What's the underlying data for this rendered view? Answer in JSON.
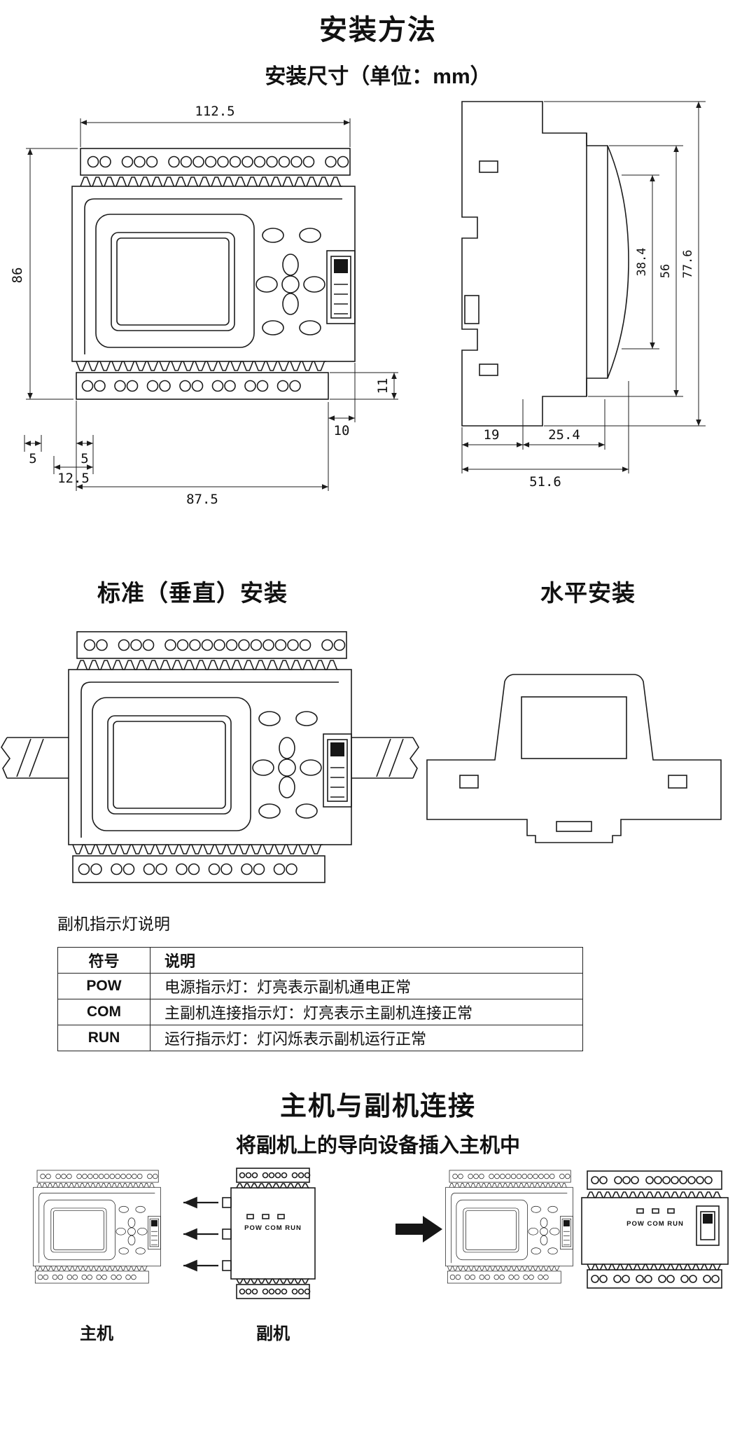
{
  "page": {
    "title": "安装方法",
    "subtitle": "安装尺寸（单位：mm）"
  },
  "drawings": {
    "front": {
      "dims": {
        "overall_width": "112.5",
        "overall_height": "86",
        "left_margin": "5",
        "terminal_offset": "5",
        "terminal_inset": "12.5",
        "terminal_width": "87.5",
        "right_inset": "10",
        "terminal_height": "11"
      }
    },
    "side": {
      "dims": {
        "face_depth": "38.4",
        "panel_depth": "56",
        "overall_height": "77.6",
        "rail_offset": "19",
        "body_depth": "25.4",
        "overall_depth": "51.6"
      }
    }
  },
  "mounting": {
    "vertical_title": "标准（垂直）安装",
    "horizontal_title": "水平安装"
  },
  "indicator_table": {
    "caption": "副机指示灯说明",
    "headers": [
      "符号",
      "说明"
    ],
    "rows": [
      {
        "symbol": "POW",
        "description": "电源指示灯：灯亮表示副机通电正常"
      },
      {
        "symbol": "COM",
        "description": "主副机连接指示灯：灯亮表示主副机连接正常"
      },
      {
        "symbol": "RUN",
        "description": "运行指示灯：灯闪烁表示副机运行正常"
      }
    ]
  },
  "connection": {
    "title": "主机与副机连接",
    "subtitle": "将副机上的导向设备插入主机中",
    "master_label": "主机",
    "slave_label": "副机",
    "indicators": "POW COM RUN"
  }
}
